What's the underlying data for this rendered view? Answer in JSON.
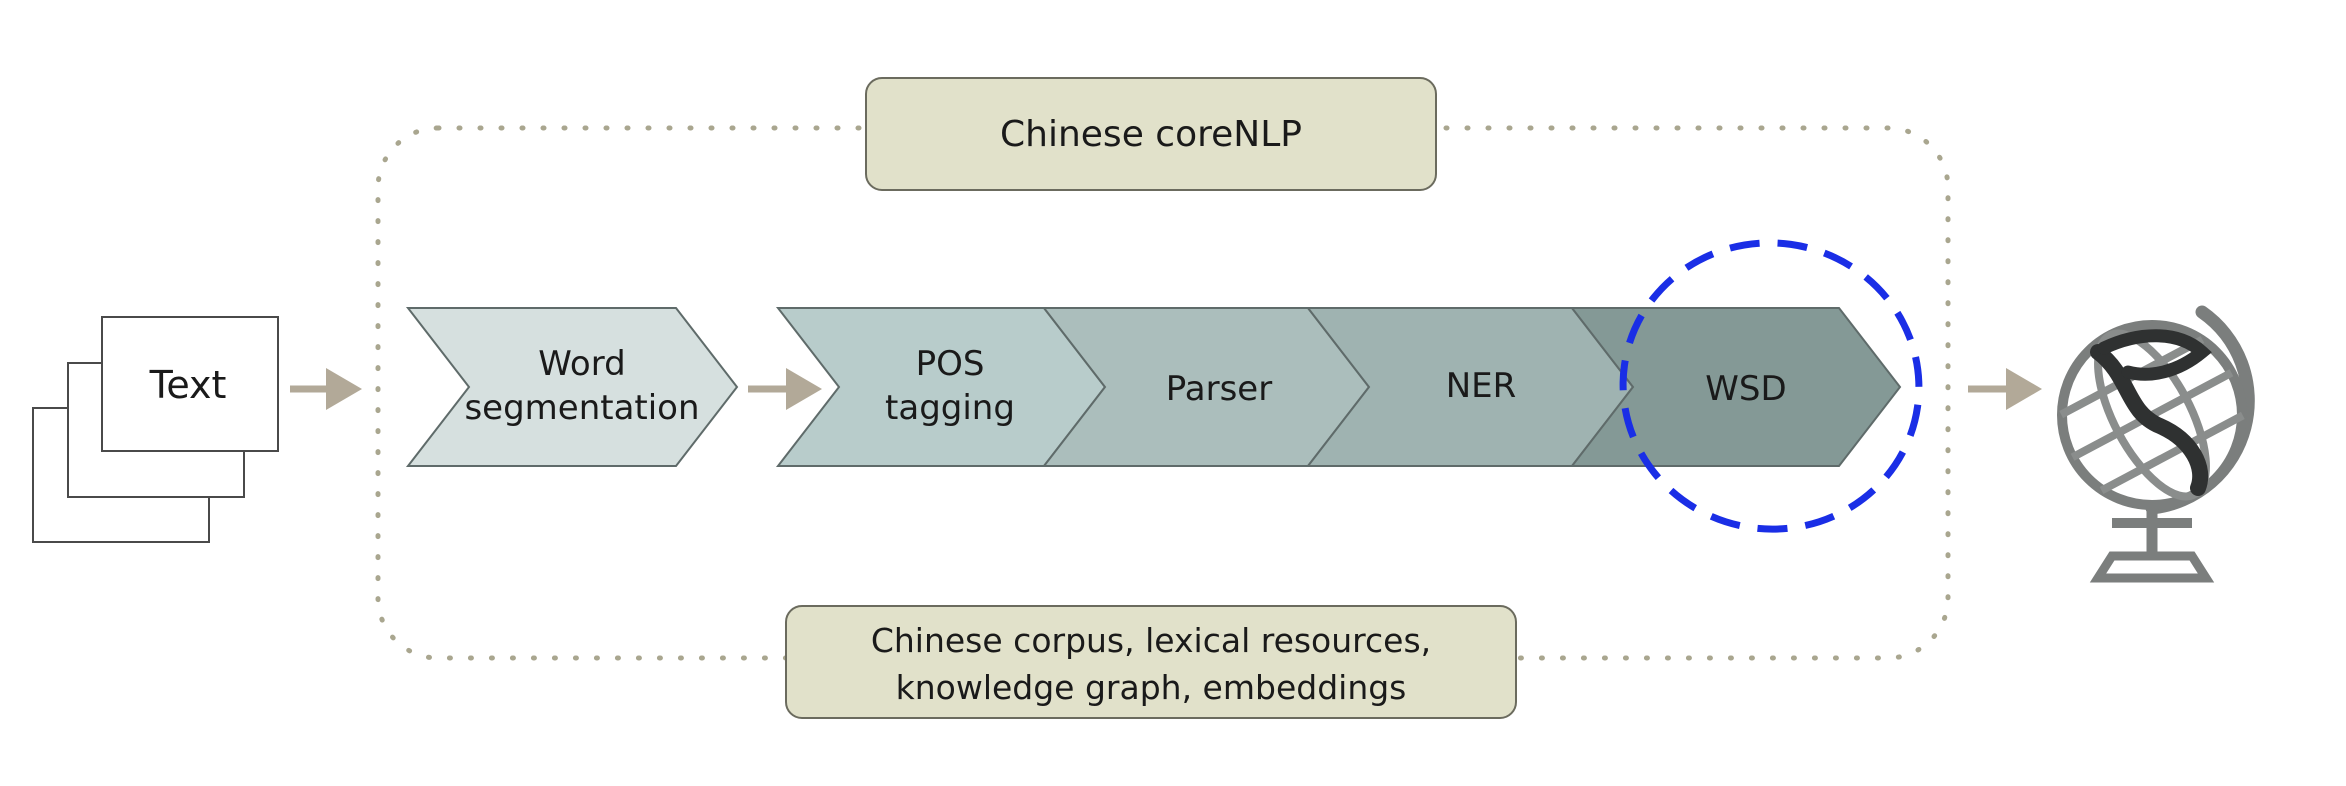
{
  "diagram": {
    "title": "Chinese coreNLP",
    "resources_line1": "Chinese corpus, lexical resources,",
    "resources_line2": "knowledge graph, embeddings",
    "input_label": "Text",
    "stages": [
      {
        "line1": "Word",
        "line2": "segmentation"
      },
      {
        "line1": "POS",
        "line2": "tagging"
      },
      {
        "line1": "Parser",
        "line2": ""
      },
      {
        "line1": "NER",
        "line2": ""
      },
      {
        "line1": "WSD",
        "line2": ""
      }
    ],
    "output_icon": "globe-icon",
    "colors": {
      "stage1": "#d6e0df",
      "stage2": "#b8cccb",
      "stage3": "#abbebc",
      "stage4": "#9fb3b1",
      "stage5": "#849996",
      "label_box": "#e1e1ca",
      "dotted_border": "#a9a68f",
      "arrow": "#b2a998",
      "highlight_circle": "#1a2ee6",
      "globe": "#7b7e7d"
    }
  }
}
